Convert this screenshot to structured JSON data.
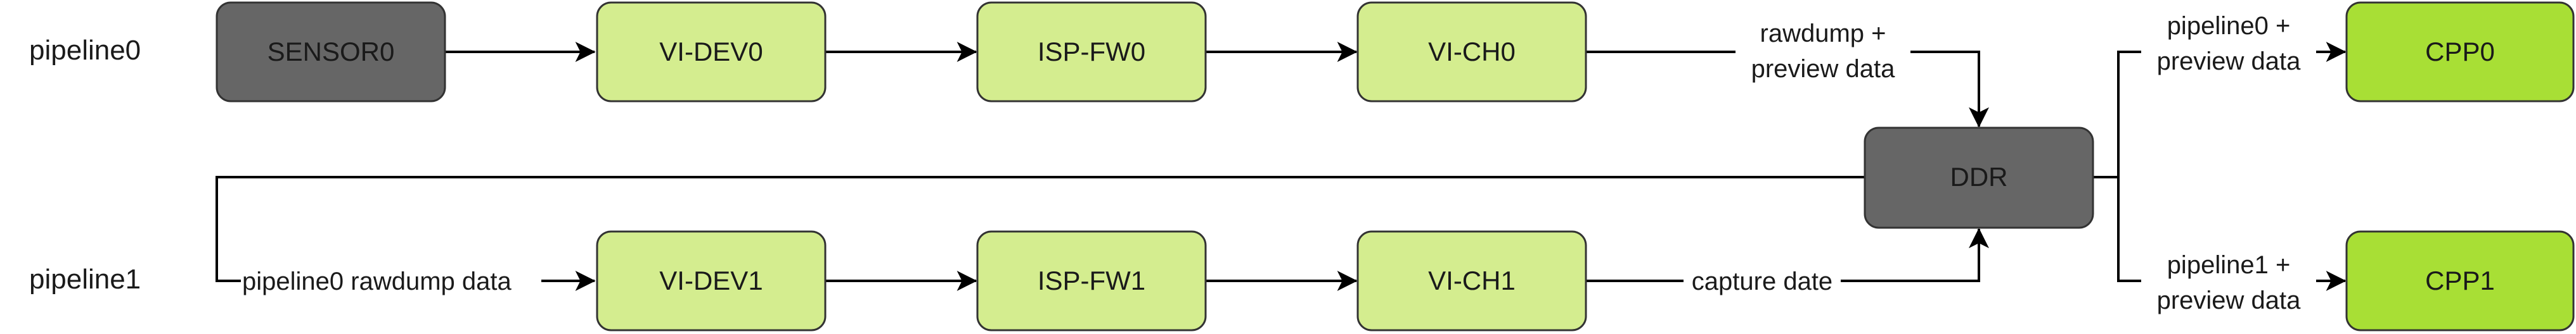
{
  "rows": {
    "pipeline0": "pipeline0",
    "pipeline1": "pipeline1"
  },
  "nodes": {
    "sensor0": "SENSOR0",
    "videv0": "VI-DEV0",
    "ispfw0": "ISP-FW0",
    "vich0": "VI-CH0",
    "ddr": "DDR",
    "cpp0": "CPP0",
    "videv1": "VI-DEV1",
    "ispfw1": "ISP-FW1",
    "vich1": "VI-CH1",
    "cpp1": "CPP1"
  },
  "edge_labels": {
    "vich0_ddr_line1": "rawdump +",
    "vich0_ddr_line2": "preview data",
    "ddr_cpp0_line1": "pipeline0 +",
    "ddr_cpp0_line2": "preview data",
    "ddr_cpp1_line1": "pipeline1 +",
    "ddr_cpp1_line2": "preview data",
    "ddr_videv1": "pipeline0 rawdump data",
    "vich1_ddr": "capture date"
  },
  "colors": {
    "dark_node_fill": "#666666",
    "light_node_fill": "#d4ed8f",
    "bright_node_fill": "#a8df35",
    "node_stroke": "#333333"
  }
}
